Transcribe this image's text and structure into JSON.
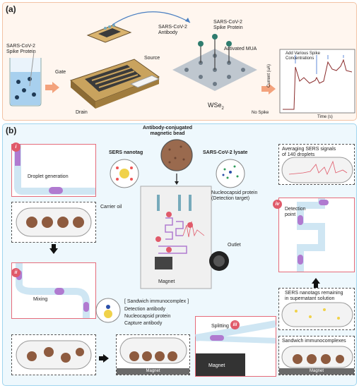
{
  "panel_a": {
    "letter": "(a)",
    "spike_protein": "SARS-CoV-2\nSpike Protein",
    "gate": "Gate",
    "source": "Source",
    "drain": "Drain",
    "antibody": "SARS-CoV-2\nAntibody",
    "spike_protein_2": "SARS-CoV-2\nSpike Protein",
    "activated_mua": "Activated MUA",
    "wse2": "WSe",
    "wse2_sub": "2",
    "graph": {
      "legend": "Add Various Spike\nConcentrations",
      "ylabel": "Current (uA)",
      "xlabel": "Time (s)",
      "no_spike": "No Spike"
    }
  },
  "panel_b": {
    "letter": "(b)",
    "bead_title": "Antibody-conjugated\nmagnetic bead",
    "sers_nanotag": "SERS nanotag",
    "lysate": "SARS-CoV-2 lysate",
    "carrier_oil": "Carrier oil",
    "nucleocapsid_target": "Nucleocapsid protein\n(Detection target)",
    "outlet": "Outlet",
    "magnet_center": "Magnet",
    "step_i": "i",
    "step_ii": "ii",
    "step_iii": "iii",
    "step_iv": "iv",
    "droplet_generation": "Droplet generation",
    "mixing": "Mixing",
    "sandwich_title": "[ Sandwich immunocomplex ]",
    "detection_antibody": "Detection antibody",
    "nucleocapsid_protein": "Nucleocapsid protein",
    "capture_antibody": "Capture antibody",
    "splitting": "Splitting",
    "magnet_bottom_1": "Magnet",
    "magnet_bottom_2": "Magnet",
    "magnet_bottom_3": "Magnet",
    "averaging": "Averaging SERS signals\nof 140 droplets",
    "detection_point": "Detection\npoint",
    "nanotags_remaining": "SERS nanotags remaining\nin supernatant solution",
    "sandwich_immunocomplexes": "Sandwich immunocomplexes"
  },
  "colors": {
    "panel_a_bg": "#fff6ef",
    "panel_b_bg": "#eef8fd",
    "step_marker": "#e05a6a",
    "droplet": "#b07ad0",
    "arrow_orange": "#f3a27c"
  }
}
